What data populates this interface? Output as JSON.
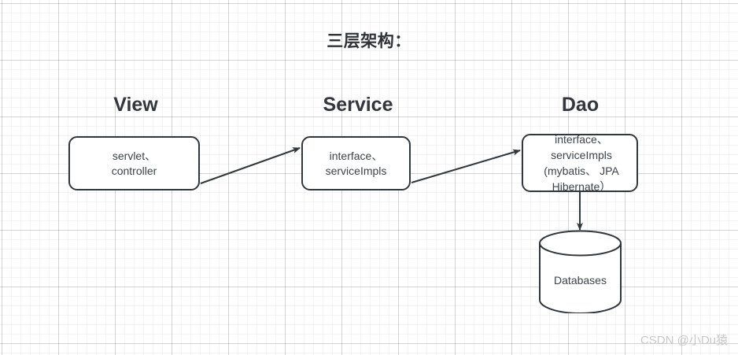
{
  "diagram": {
    "title": "三层架构：",
    "background": "#ffffff",
    "grid_color": "#e8e8e8",
    "stroke_color": "#32373c",
    "text_color": "#3d4349"
  },
  "columns": [
    {
      "id": "view",
      "header": "View"
    },
    {
      "id": "service",
      "header": "Service"
    },
    {
      "id": "dao",
      "header": "Dao"
    }
  ],
  "nodes": {
    "view": {
      "label": "servlet、\ncontroller"
    },
    "service": {
      "label": "interface、\nserviceImpls"
    },
    "dao": {
      "label": "interface、\nserviceImpls\n(mybatis、 JPA\nHibernate）"
    },
    "database": {
      "label": "Databases"
    }
  },
  "connectors": [
    {
      "from": "view",
      "to": "service",
      "type": "arrow"
    },
    {
      "from": "service",
      "to": "dao",
      "type": "arrow"
    },
    {
      "from": "dao",
      "to": "database",
      "type": "arrow"
    }
  ],
  "watermark": {
    "text": "CSDN @小Du猿"
  }
}
